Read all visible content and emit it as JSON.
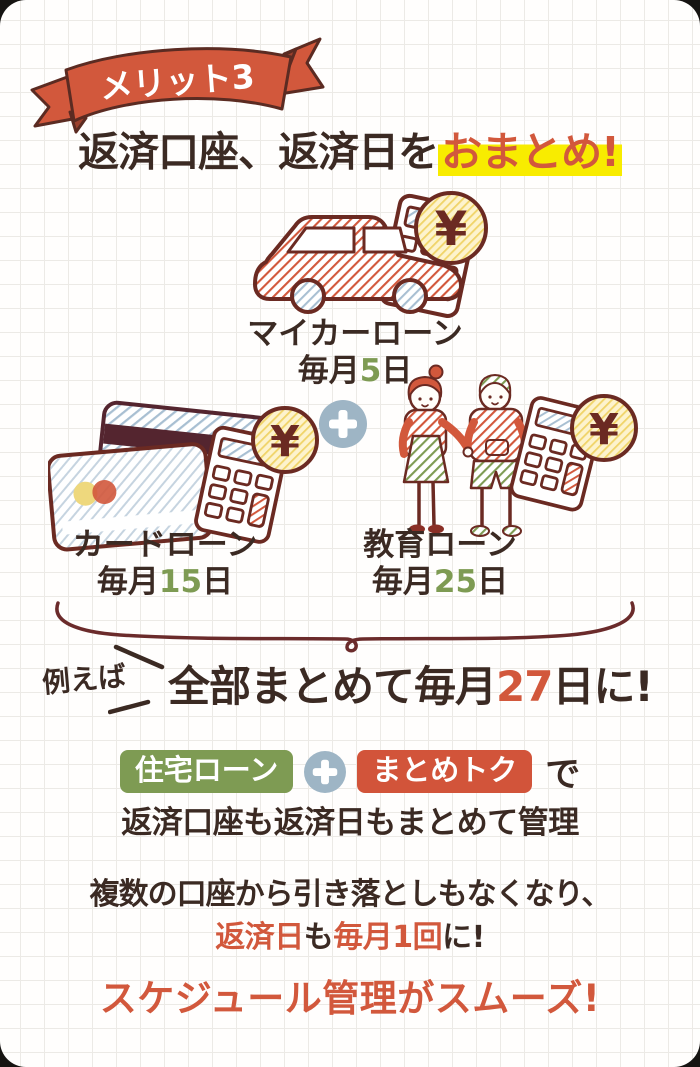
{
  "banner": {
    "label": "メリット3"
  },
  "title": {
    "prefix": "返済口座、返済日を",
    "highlight": "おまとめ!"
  },
  "loans": [
    {
      "name": "マイカーローン",
      "day_prefix": "毎月",
      "day_number": "5",
      "day_suffix": "日"
    },
    {
      "name": "カードローン",
      "day_prefix": "毎月",
      "day_number": "15",
      "day_suffix": "日"
    },
    {
      "name": "教育ローン",
      "day_prefix": "毎月",
      "day_number": "25",
      "day_suffix": "日"
    }
  ],
  "example": {
    "lead": "例えば",
    "before": "全部まとめて毎月",
    "number": "27",
    "after": "日に!"
  },
  "combo": {
    "green_badge": "住宅ローン",
    "orange_badge": "まとめトク",
    "suffix": "で",
    "caption": "返済口座も返済日もまとめて管理"
  },
  "note": {
    "line1": "複数の口座から引き落としもなくなり、",
    "seg_orange1": "返済日",
    "seg_dark1": "も",
    "seg_orange2": "毎月1回",
    "seg_dark2": "に!"
  },
  "footer": {
    "text": "スケジュール管理がスムーズ!"
  },
  "icons": {
    "yen": "¥",
    "plus": "+"
  },
  "colors": {
    "accent_orange": "#d2583c",
    "accent_green": "#7e9b53",
    "badge_green": "#7e9b53",
    "badge_orange": "#d2543a",
    "marker_yellow": "#f8ec00",
    "plus_circle": "#9eb5c5",
    "text_dark": "#3b2a23",
    "outline_maroon": "#6b2a22",
    "coin_yellow": "#f3da74"
  }
}
